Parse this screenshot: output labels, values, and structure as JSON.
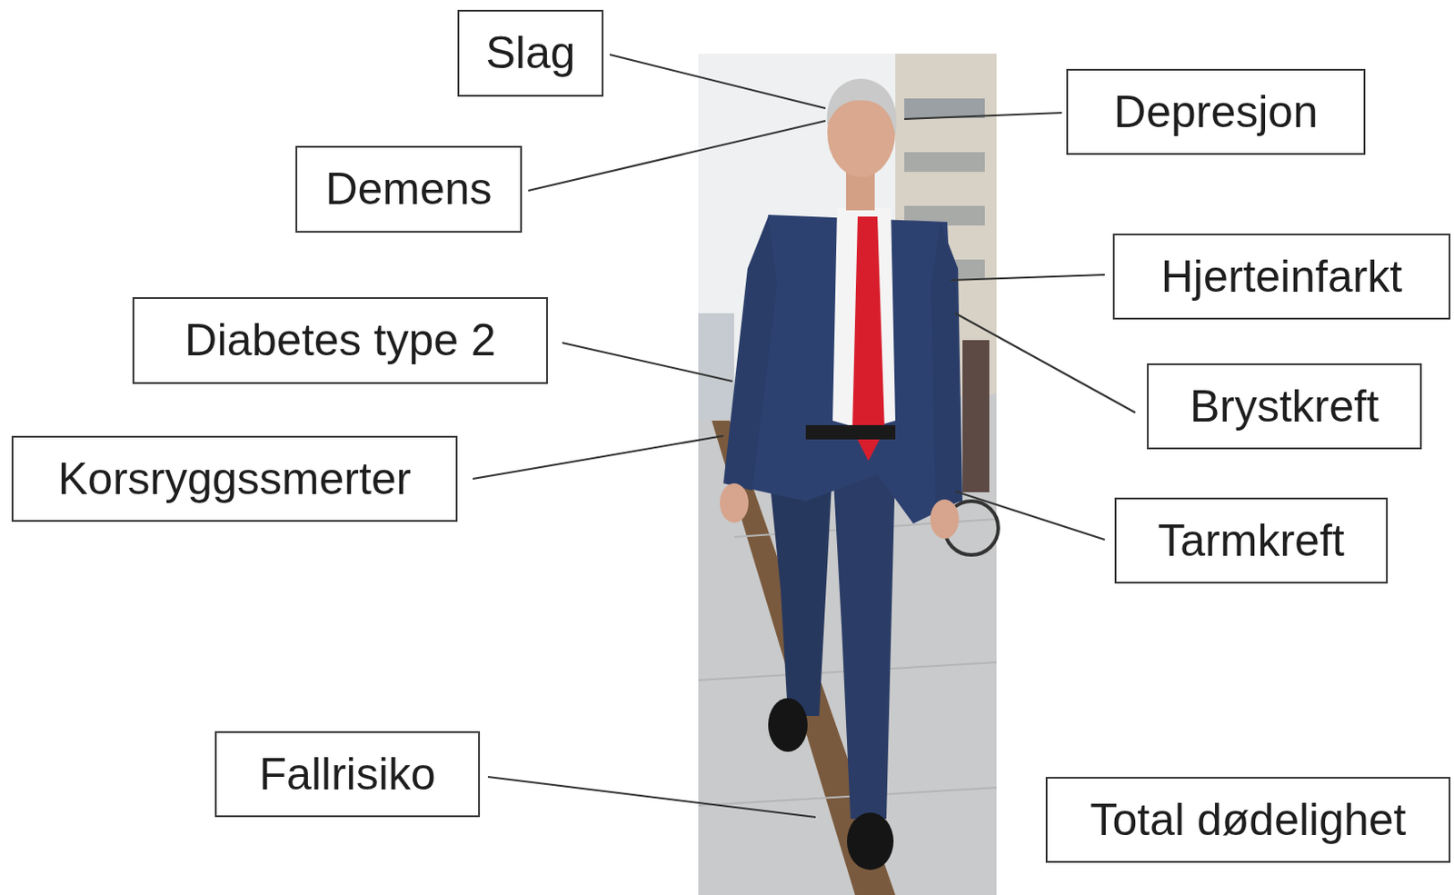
{
  "diagram": {
    "nodes": [
      {
        "text": [
          "Slag"
        ]
      },
      {
        "text": [
          "Depresjon"
        ]
      },
      {
        "text": [
          "Demens"
        ]
      },
      {
        "text": [
          "Hjerteinfarkt"
        ]
      },
      {
        "text": [
          "Diabetes type 2"
        ]
      },
      {
        "text": [
          "Brystkreft"
        ]
      },
      {
        "text": [
          "Korsryggssmerter"
        ]
      },
      {
        "text": [
          "Tarmkreft"
        ]
      },
      {
        "text": [
          "Fallrisiko"
        ]
      },
      {
        "text": [
          "Total dødelighet"
        ]
      }
    ]
  }
}
